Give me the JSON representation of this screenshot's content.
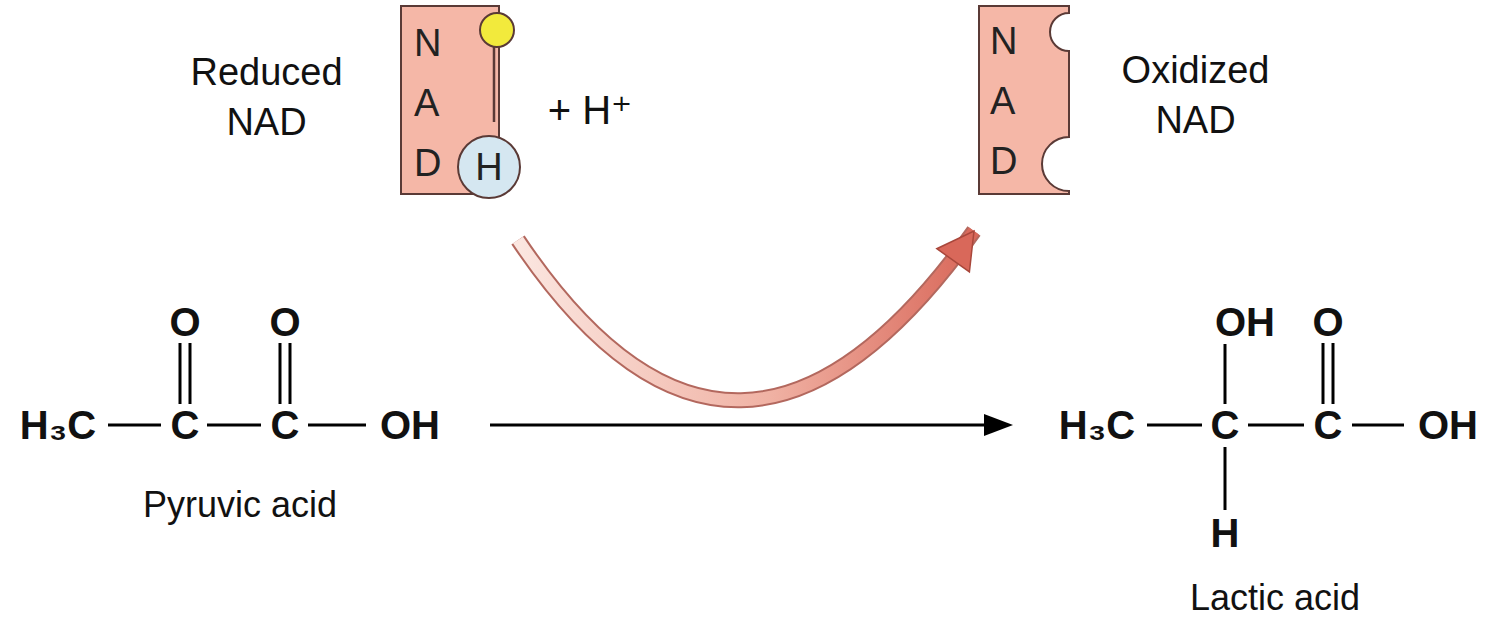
{
  "diagram": {
    "nodes": [
      {
        "text": [
          "Reduced NAD",
          "N A D"
        ]
      },
      {
        "text": [
          "H"
        ],
        "in": 0
      },
      {
        "text": [
          "Oxidized NAD",
          "N A D"
        ]
      }
    ],
    "edges": [
      {
        "from": 0,
        "to": 2,
        "arrow": "to"
      }
    ],
    "labels": [
      "+ H⁺",
      "O",
      "O",
      "H₃C",
      "C",
      "C",
      "OH",
      "Pyruvic acid",
      "OH",
      "O",
      "H₃C",
      "C",
      "C",
      "OH",
      "H",
      "Lactic acid"
    ]
  }
}
